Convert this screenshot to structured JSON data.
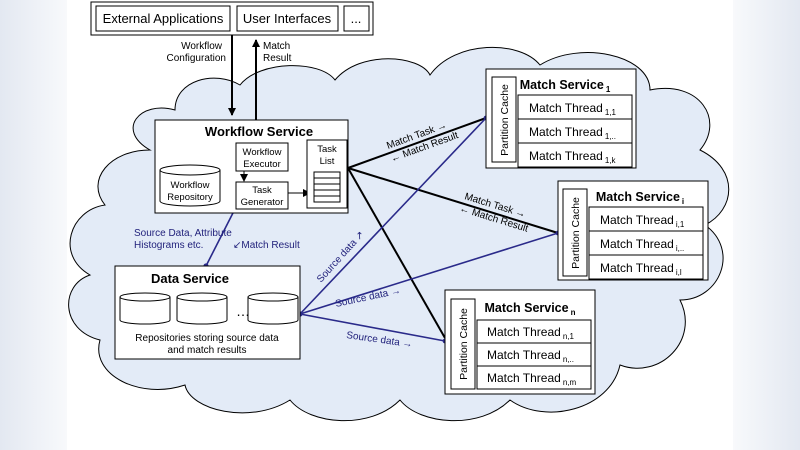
{
  "top_bar": {
    "items": [
      "External Applications",
      "User Interfaces",
      "..."
    ]
  },
  "top_labels": {
    "workflow_config": [
      "Workflow",
      "Configuration"
    ],
    "match_result": [
      "Match",
      "Result"
    ]
  },
  "workflow_service": {
    "title": "Workflow Service",
    "repository": [
      "Workflow",
      "Repository"
    ],
    "executor": [
      "Workflow",
      "Executor"
    ],
    "generator": [
      "Task",
      "Generator"
    ],
    "task_list": [
      "Task",
      "List"
    ]
  },
  "data_service": {
    "title": "Data Service",
    "ellipsis": "…",
    "caption": [
      "Repositories storing source data",
      "and match results"
    ]
  },
  "link_labels": {
    "source_attr": [
      "Source Data, Attribute",
      "Histograms etc."
    ],
    "match_result_left": "↙Match Result",
    "source_data_1": "Source data ↗",
    "source_data_2": "Source data →",
    "source_data_3": "Source data →",
    "match_task_1": "Match Task →",
    "match_result_1": "← Match Result",
    "match_task_2": "Match Task →",
    "match_result_2": "← Match Result"
  },
  "match_services": [
    {
      "title": "Match Service",
      "sub": "1",
      "cache": "Partition Cache",
      "threads": [
        {
          "label": "Match Thread",
          "sub": "1,1"
        },
        {
          "label": "Match Thread",
          "sub": "1,.."
        },
        {
          "label": "Match Thread",
          "sub": "1,k"
        }
      ]
    },
    {
      "title": "Match Service",
      "sub": "i",
      "cache": "Partition Cache",
      "threads": [
        {
          "label": "Match Thread",
          "sub": "i,1"
        },
        {
          "label": "Match Thread",
          "sub": "i,.."
        },
        {
          "label": "Match Thread",
          "sub": "i,l"
        }
      ]
    },
    {
      "title": "Match Service",
      "sub": "n",
      "cache": "Partition Cache",
      "threads": [
        {
          "label": "Match Thread",
          "sub": "n,1"
        },
        {
          "label": "Match Thread",
          "sub": "n,.."
        },
        {
          "label": "Match Thread",
          "sub": "n,m"
        }
      ]
    }
  ],
  "colors": {
    "cloud": "#e3ebf7",
    "line_black": "#000000",
    "line_blue": "#2a2a8a",
    "label_blue": "#1f1f7a"
  }
}
